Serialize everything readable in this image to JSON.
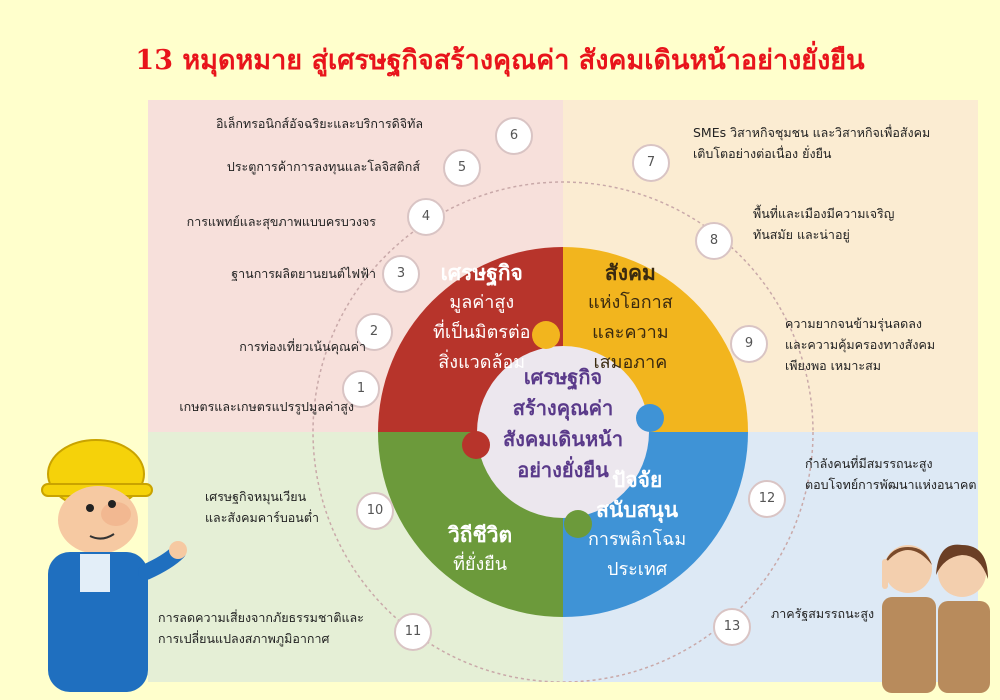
{
  "title": "13 หมุดหมาย สู่เศรษฐกิจสร้างคุณค่า สังคมเดินหน้าอย่างยั่งยืน",
  "center": [
    "เศรษฐกิจ",
    "สร้างคุณค่า",
    "สังคมเดินหน้า",
    "อย่างยั่งยืน"
  ],
  "colors": {
    "economy": "#b7342b",
    "society": "#f2b51e",
    "lifestyle": "#6c9a3b",
    "support": "#3f93d6"
  },
  "quadrants": {
    "economy": {
      "heading": "เศรษฐกิจ",
      "lines": [
        "มูลค่าสูง",
        "ที่เป็นมิตรต่อ",
        "สิ่งแวดล้อม"
      ]
    },
    "society": {
      "heading": "สังคม",
      "lines": [
        "แห่งโอกาส",
        "และความ",
        "เสมอภาค"
      ]
    },
    "lifestyle": {
      "heading": "วิถีชีวิต",
      "lines": [
        "ที่ยั่งยืน"
      ]
    },
    "support": {
      "heading": "ปัจจัย",
      "lines": [
        "สนับสนุน",
        "การพลิกโฉม",
        "ประเทศ"
      ]
    }
  },
  "milestones": [
    {
      "n": "1",
      "text": [
        "เกษตรและเกษตรแปรรูปมูลค่าสูง"
      ]
    },
    {
      "n": "2",
      "text": [
        "การท่องเที่ยวเน้นคุณค่า"
      ]
    },
    {
      "n": "3",
      "text": [
        "ฐานการผลิตยานยนต์ไฟฟ้า"
      ]
    },
    {
      "n": "4",
      "text": [
        "การแพทย์และสุขภาพแบบครบวงจร"
      ]
    },
    {
      "n": "5",
      "text": [
        "ประตูการค้าการลงทุนและโลจิสติกส์"
      ]
    },
    {
      "n": "6",
      "text": [
        "อิเล็กทรอนิกส์อัจฉริยะและบริการดิจิทัล"
      ]
    },
    {
      "n": "7",
      "text": [
        "SMEs วิสาหกิจชุมชน และวิสาหกิจเพื่อสังคม",
        "เติบโตอย่างต่อเนื่อง ยั่งยืน"
      ]
    },
    {
      "n": "8",
      "text": [
        "พื้นที่และเมืองมีความเจริญ",
        "ทันสมัย และน่าอยู่"
      ]
    },
    {
      "n": "9",
      "text": [
        "ความยากจนข้ามรุ่นลดลง",
        "และความคุ้มครองทางสังคม",
        "เพียงพอ เหมาะสม"
      ]
    },
    {
      "n": "10",
      "text": [
        "เศรษฐกิจหมุนเวียน",
        "และสังคมคาร์บอนต่ำ"
      ]
    },
    {
      "n": "11",
      "text": [
        "การลดความเสี่ยงจากภัยธรรมชาติและ",
        "การเปลี่ยนแปลงสภาพภูมิอากาศ"
      ]
    },
    {
      "n": "12",
      "text": [
        "กำลังคนที่มีสมรรถนะสูง",
        "ตอบโจทย์การพัฒนาแห่งอนาคต"
      ]
    },
    {
      "n": "13",
      "text": [
        "ภาครัฐสมรรถนะสูง"
      ]
    }
  ]
}
